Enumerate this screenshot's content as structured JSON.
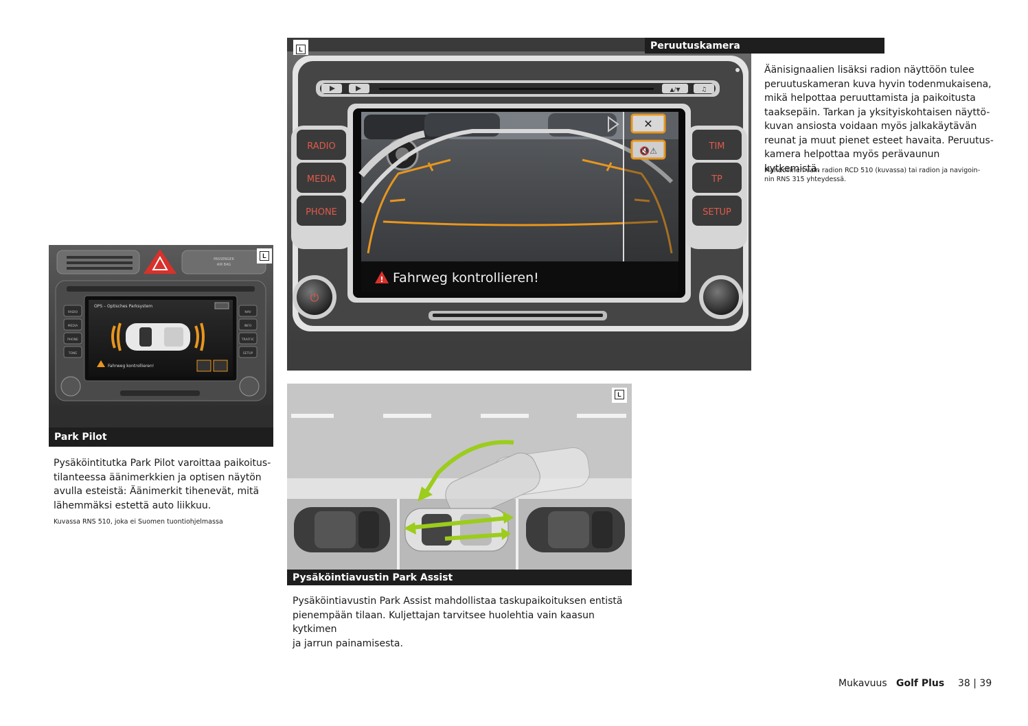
{
  "park_pilot": {
    "badge": "L",
    "caption": "Park Pilot",
    "paragraph_lines": [
      "Pysäköintitutka Park Pilot varoittaa paikoitus-",
      "tilanteessa äänimerkkien ja optisen näytön",
      "avulla esteistä: Äänimerkit tihenevät, mitä",
      "lähemmäksi estettä auto liikkuu."
    ],
    "note": "Kuvassa RNS 510, joka ei Suomen tuontiohjelmassa",
    "screen": {
      "title": "OPS – Optisches Parksystem",
      "warning": "Fahrweg kontrollieren!",
      "left_buttons": [
        "RADIO",
        "MEDIA",
        "PHONE",
        "TONE"
      ],
      "right_buttons": [
        "NAV",
        "INFO",
        "TRAFFIC",
        "SETUP"
      ],
      "top_label_1": "PASSENGER",
      "top_label_2": "AIR BAG"
    }
  },
  "camera": {
    "badge": "L",
    "caption": "Peruutuskamera",
    "warning": "Fahrweg kontrollieren!",
    "left_buttons": [
      "RADIO",
      "MEDIA",
      "PHONE"
    ],
    "right_buttons": [
      "TIM",
      "TP",
      "SETUP"
    ],
    "paragraph_lines": [
      "Äänisignaalien lisäksi radion näyttöön tulee",
      "peruutuskameran kuva hyvin todenmukaisena,",
      "mikä helpottaa peruuttamista ja paikoitusta",
      "taaksepäin. Tarkan ja yksityiskohtaisen näyttö-",
      "kuvan ansiosta voidaan myös jalkakäytävän",
      "reunat ja muut pienet esteet havaita. Peruutus-",
      "kamera helpottaa myös perävaunun kytkemistä."
    ],
    "note_lines": [
      "Mahdollinen vain radion RCD 510 (kuvassa) tai radion ja navigoin-",
      "nin RNS 315 yhteydessä."
    ]
  },
  "park_assist": {
    "badge": "L",
    "caption": "Pysäköintiavustin Park Assist",
    "paragraph_lines": [
      "Pysäköintiavustin Park Assist mahdollistaa taskupaikoituksen entistä",
      "pienempään tilaan. Kuljettajan tarvitsee huolehtia vain kaasun kytkimen",
      "ja jarrun painamisesta."
    ]
  },
  "footer": {
    "section": "Mukavuus",
    "model": "Golf Plus",
    "pages": "38 | 39"
  },
  "colors": {
    "caption_bg": "#1e1e1e",
    "warning_red": "#d9312b",
    "guide_orange": "#e8961e",
    "arrow_green": "#9ccc1c",
    "road_gray": "#c8c8c8"
  }
}
